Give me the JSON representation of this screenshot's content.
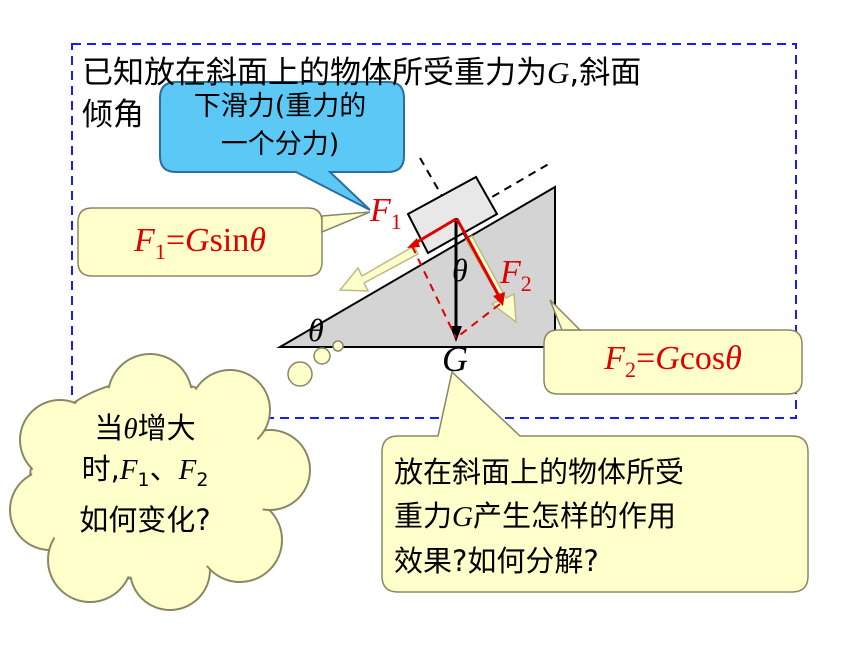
{
  "slide": {
    "statement_line1": "已知放在斜面上的物体所受重力为",
    "statement_G": "G",
    "statement_line1_end": ",斜面",
    "statement_line2": "倾角",
    "blue_callout_line1": "下滑力(重力的",
    "blue_callout_line2": "一个分力)",
    "f1_formula_F": "F",
    "f1_formula_sub": "1",
    "f1_formula_rest": "=",
    "f1_formula_G": "G",
    "f1_formula_func": "sin",
    "f1_formula_theta": "θ",
    "f2_formula_F": "F",
    "f2_formula_sub": "2",
    "f2_formula_rest": "=",
    "f2_formula_G": "G",
    "f2_formula_func": "cos",
    "f2_formula_theta": "θ",
    "thought_line1_a": "当",
    "thought_theta": "θ",
    "thought_line1_b": "增大",
    "thought_line2_a": "时,",
    "thought_F1": "F",
    "thought_F1_sub": "1",
    "thought_sep": "、",
    "thought_F2": "F",
    "thought_F2_sub": "2",
    "thought_line3": "如何变化?",
    "question_line1": "放在斜面上的物体所受",
    "question_line2_a": "重力",
    "question_G": "G",
    "question_line2_b": "产生怎样的作用",
    "question_line3": "效果?如何分解?"
  },
  "diagram": {
    "label_F1": "F",
    "label_F1_sub": "1",
    "label_F2": "F",
    "label_F2_sub": "2",
    "label_theta_incline": "θ",
    "label_theta_block": "θ",
    "label_G": "G"
  },
  "colors": {
    "dashed_border": "#1a1aff",
    "blue_callout_fill": "#5bc8f5",
    "yellow_callout_fill": "#ffffcc",
    "incline_fill": "#d4d4d4",
    "force_red": "#e00000",
    "arrow_fill": "#ffffcc"
  }
}
